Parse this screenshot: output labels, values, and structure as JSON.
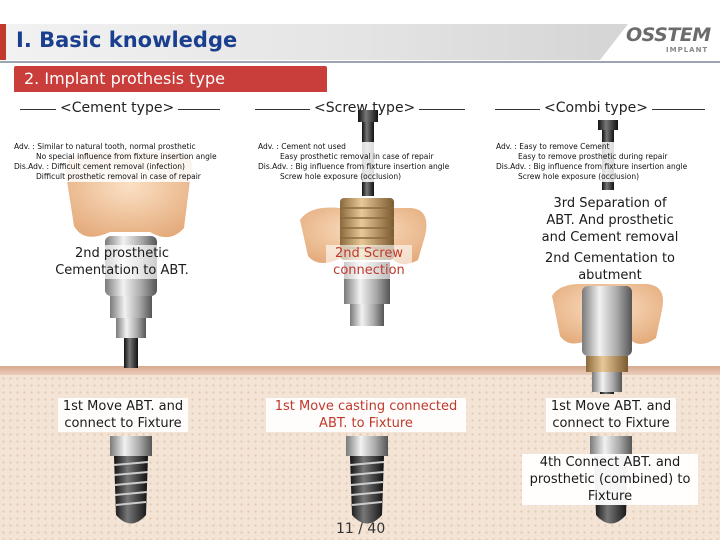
{
  "header": {
    "title": "I. Basic knowledge",
    "subtitle": "2. Implant prothesis type",
    "logo": "OSSTEM",
    "logo_sub": "IMPLANT"
  },
  "colors": {
    "accent_red": "#c93d3a",
    "title_blue": "#1b3f8f",
    "crown": "#f0c39a",
    "gold": "#c9a06b"
  },
  "columns": {
    "cement": {
      "title": "<Cement type>",
      "desc": [
        "Adv. : Similar to natural tooth, normal prosthetic",
        "No special influence from fixture insertion angle",
        "Dis.Adv. : Difficult cement removal (infection)",
        "Difficult prosthetic removal in case of repair"
      ],
      "step2": "2nd prosthetic Cementation to ABT.",
      "step1": "1st Move ABT. and connect to Fixture"
    },
    "screw": {
      "title": "<Screw type>",
      "desc": [
        "Adv. : Cement not used",
        "Easy prosthetic removal in case of repair",
        "Dis.Adv. : Big influence from fixture insertion angle",
        "Screw hole exposure (occlusion)"
      ],
      "step2": "2nd Screw connection",
      "step1": "1st Move casting connected ABT. to Fixture"
    },
    "combi": {
      "title": "<Combi type>",
      "desc": [
        "Adv. : Easy to remove Cement",
        "Easy to remove prosthetic during repair",
        "Dis.Adv. : Big influence from fixture insertion angle",
        "Screw hole exposure (occlusion)"
      ],
      "step3": "3rd Separation of ABT. And prosthetic and Cement removal",
      "step2": "2nd Cementation to abutment",
      "step1": "1st Move ABT. and connect to Fixture",
      "step4": "4th Connect ABT. and prosthetic (combined) to Fixture"
    }
  },
  "page": {
    "current": "11",
    "total": "40",
    "label": "11 / 40"
  }
}
